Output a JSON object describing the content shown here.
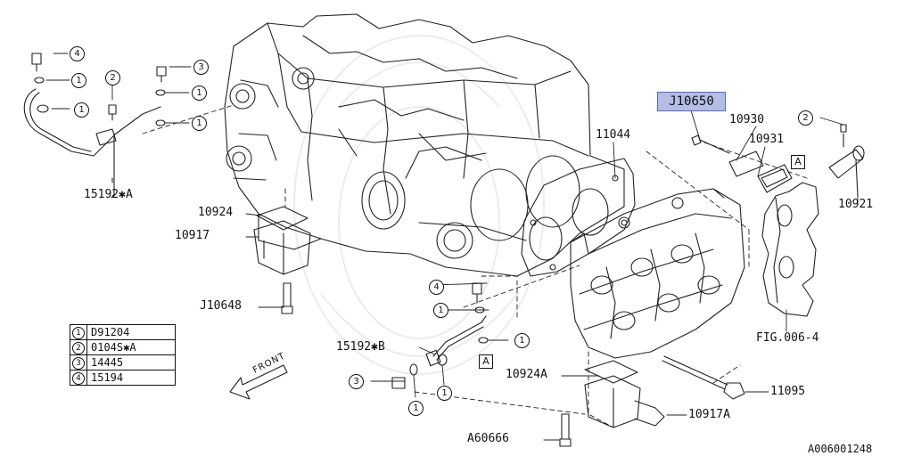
{
  "diagram": {
    "part_labels": {
      "p15192A": "15192✱A",
      "p10924": "10924",
      "p10917": "10917",
      "pJ10648": "J10648",
      "p15192B": "15192✱B",
      "p10924A": "10924A",
      "pA60666": "A60666",
      "p10917A": "10917A",
      "p11095": "11095",
      "pFIG": "FIG.006-4",
      "p10921": "10921",
      "p10931": "10931",
      "p10930": "10930",
      "p11044": "11044"
    },
    "highlighted_part": "J10650",
    "ref_box": "A",
    "front_label": "FRONT",
    "diagram_code": "A006001248",
    "circled_refs": {
      "r1": "1",
      "r2": "2",
      "r3": "3",
      "r4": "4"
    },
    "legend": [
      {
        "key": "1",
        "value": "D91204"
      },
      {
        "key": "2",
        "value": "0104S✱A"
      },
      {
        "key": "3",
        "value": "14445"
      },
      {
        "key": "4",
        "value": "15194"
      }
    ],
    "highlight_color": "#b3bde6"
  }
}
